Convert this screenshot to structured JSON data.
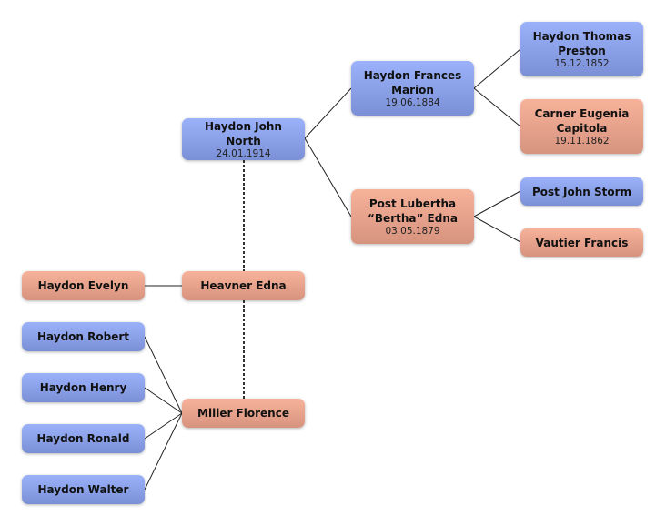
{
  "colors": {
    "male": "#8aa0e8",
    "female": "#e8a28c"
  },
  "people": {
    "john_north": {
      "name": "Haydon John North",
      "date": "24.01.1914"
    },
    "frances_marion": {
      "name": "Haydon Frances Marion",
      "date": "19.06.1884"
    },
    "post_lubertha": {
      "name": "Post Lubertha “Bertha” Edna",
      "date": "03.05.1879"
    },
    "thomas_preston": {
      "name": "Haydon Thomas Preston",
      "date": "15.12.1852"
    },
    "carner_eugenia": {
      "name": "Carner Eugenia Capitola",
      "date": "19.11.1862"
    },
    "post_john_storm": {
      "name": "Post John Storm"
    },
    "vautier_francis": {
      "name": "Vautier Francis"
    },
    "heavner_edna": {
      "name": "Heavner Edna"
    },
    "haydon_evelyn": {
      "name": "Haydon Evelyn"
    },
    "miller_florence": {
      "name": "Miller Florence"
    },
    "haydon_robert": {
      "name": "Haydon Robert"
    },
    "haydon_henry": {
      "name": "Haydon Henry"
    },
    "haydon_ronald": {
      "name": "Haydon Ronald"
    },
    "haydon_walter": {
      "name": "Haydon Walter"
    }
  }
}
